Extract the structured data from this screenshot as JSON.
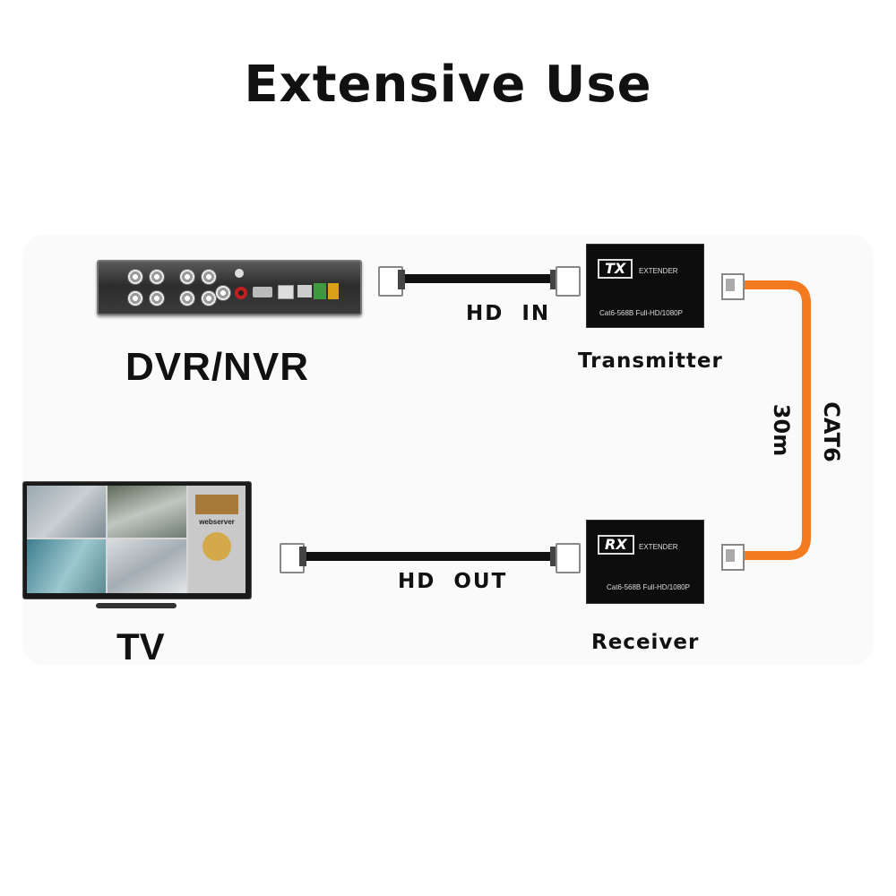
{
  "title": "Extensive Use",
  "nodes": {
    "dvr": {
      "label": "DVR/NVR"
    },
    "tv": {
      "label": "TV",
      "screen_text": "webserver"
    },
    "transmitter": {
      "label": "Transmitter",
      "logo": "TX",
      "logo_sub": "EXTENDER",
      "model": "Cat6-568B  Full-HD/1080P"
    },
    "receiver": {
      "label": "Receiver",
      "logo": "RX",
      "logo_sub": "EXTENDER",
      "model": "Cat6-568B  Full-HD/1080P"
    }
  },
  "cables": {
    "hd_in": {
      "label": "HD  IN"
    },
    "hd_out": {
      "label": "HD  OUT"
    },
    "cat6": {
      "label": "CAT6",
      "length": "30m"
    }
  },
  "colors": {
    "cat6_cable": "#f47a1f",
    "hdmi_cable": "#111111",
    "device": "#0d0d0d"
  }
}
